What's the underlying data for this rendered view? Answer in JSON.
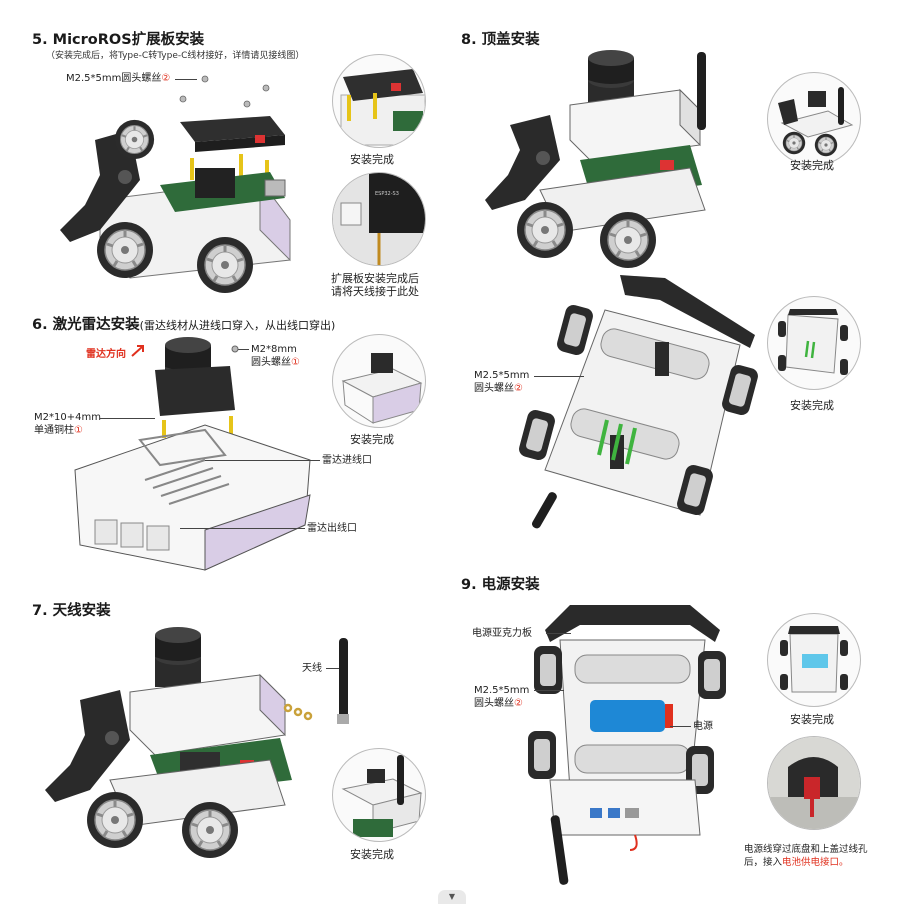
{
  "s5": {
    "title": "5. MicroROS扩展板安装",
    "note": "（安装完成后，将Type-C转Type-C线材接好，详情请见接线图）",
    "screw_label": "M2.5*5mm圆头螺丝",
    "screw_qty": "②",
    "done": "安装完成",
    "antenna_note_1": "扩展板安装完成后",
    "antenna_note_2": "请将天线接于此处"
  },
  "s6": {
    "title": "6. 激光雷达安装",
    "title_note": "(雷达线材从进线口穿入，从出线口穿出)",
    "direction": "雷达方向",
    "screw_label_1": "M2*8mm",
    "screw_label_2": "圆头螺丝",
    "screw_qty": "①",
    "standoff_1": "M2*10+4mm",
    "standoff_2": "单通铜柱",
    "standoff_qty": "①",
    "inlet": "雷达进线口",
    "outlet": "雷达出线口",
    "done": "安装完成"
  },
  "s7": {
    "title": "7. 天线安装",
    "antenna": "天线",
    "done": "安装完成"
  },
  "s8": {
    "title": "8. 顶盖安装",
    "done_1": "安装完成",
    "screw_1": "M2.5*5mm",
    "screw_2": "圆头螺丝",
    "screw_qty": "②",
    "done_2": "安装完成"
  },
  "s9": {
    "title": "9. 电源安装",
    "acrylic": "电源亚克力板",
    "screw_1": "M2.5*5mm",
    "screw_2": "圆头螺丝",
    "screw_qty": "②",
    "power": "电源",
    "done": "安装完成",
    "note_1": "电源线穿过底盘和上盖过线孔",
    "note_2a": "后，接入",
    "note_2b": "电池供电接口。"
  },
  "scroll_icon": "chevron-down-icon",
  "colors": {
    "accent_red": "#e0301e",
    "chassis_purple": "#d9cde6",
    "board_green": "#2f6b3a"
  }
}
